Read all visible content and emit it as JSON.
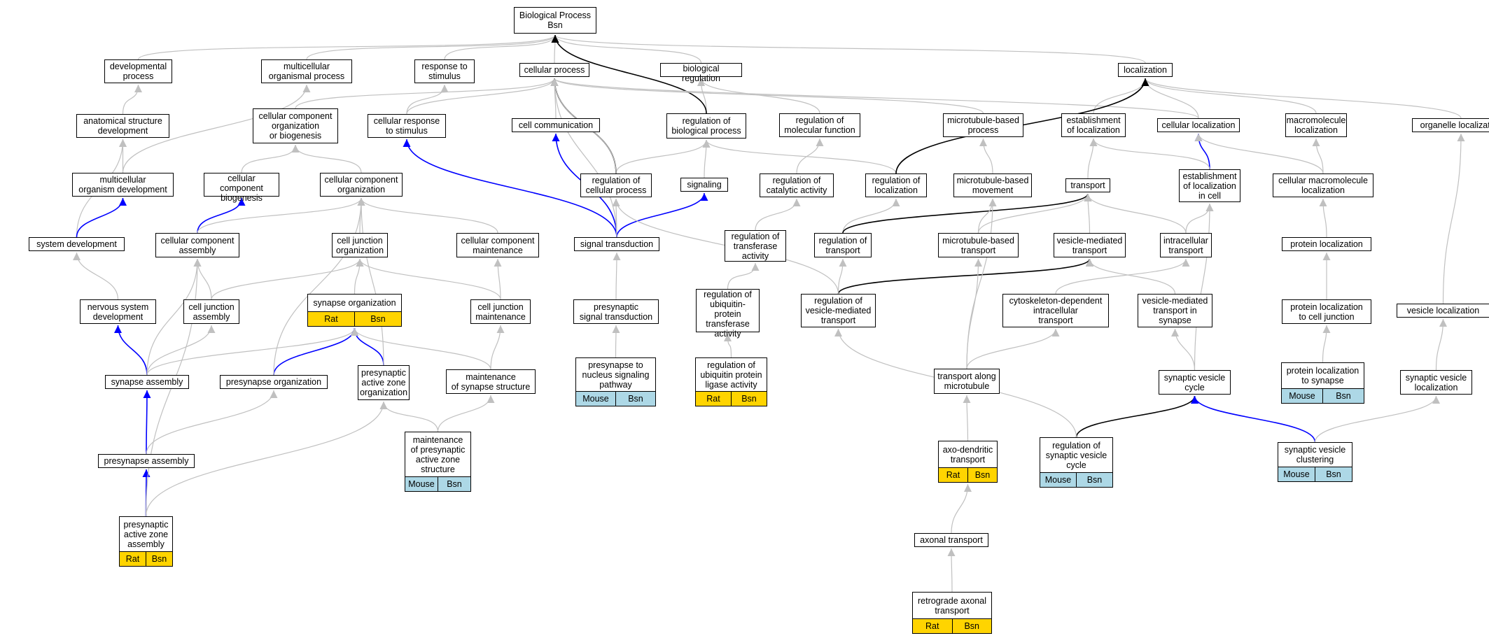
{
  "graph": {
    "nodes": [
      {
        "id": "bp",
        "label": "Biological Process\nBsn",
        "tags": []
      },
      {
        "id": "dev",
        "label": "developmental\nprocess",
        "tags": []
      },
      {
        "id": "multi",
        "label": "multicellular\norganismal process",
        "tags": []
      },
      {
        "id": "resp",
        "label": "response to\nstimulus",
        "tags": []
      },
      {
        "id": "cp",
        "label": "cellular process",
        "tags": []
      },
      {
        "id": "bioreg",
        "label": "biological regulation",
        "tags": []
      },
      {
        "id": "loc",
        "label": "localization",
        "tags": []
      },
      {
        "id": "asd",
        "label": "anatomical structure\ndevelopment",
        "tags": []
      },
      {
        "id": "ccob",
        "label": "cellular component\norganization\nor biogenesis",
        "tags": []
      },
      {
        "id": "crs",
        "label": "cellular response\nto stimulus",
        "tags": []
      },
      {
        "id": "cc",
        "label": "cell communication",
        "tags": []
      },
      {
        "id": "rbp",
        "label": "regulation of\nbiological process",
        "tags": []
      },
      {
        "id": "rmf",
        "label": "regulation of\nmolecular function",
        "tags": []
      },
      {
        "id": "mtbp",
        "label": "microtubule-based\nprocess",
        "tags": []
      },
      {
        "id": "eol",
        "label": "establishment\nof localization",
        "tags": []
      },
      {
        "id": "cloc",
        "label": "cellular localization",
        "tags": []
      },
      {
        "id": "mloc",
        "label": "macromolecule\nlocalization",
        "tags": []
      },
      {
        "id": "oloc",
        "label": "organelle localization",
        "tags": []
      },
      {
        "id": "mod",
        "label": "multicellular\norganism development",
        "tags": []
      },
      {
        "id": "ccb",
        "label": "cellular component\nbiogenesis",
        "tags": []
      },
      {
        "id": "cco",
        "label": "cellular component\norganization",
        "tags": []
      },
      {
        "id": "rcp",
        "label": "regulation of\ncellular process",
        "tags": []
      },
      {
        "id": "sig",
        "label": "signaling",
        "tags": []
      },
      {
        "id": "rca",
        "label": "regulation of\ncatalytic activity",
        "tags": []
      },
      {
        "id": "rloc",
        "label": "regulation of\nlocalization",
        "tags": []
      },
      {
        "id": "mtbm",
        "label": "microtubule-based\nmovement",
        "tags": []
      },
      {
        "id": "trans",
        "label": "transport",
        "tags": []
      },
      {
        "id": "eolc",
        "label": "establishment\nof localization\nin cell",
        "tags": []
      },
      {
        "id": "cml",
        "label": "cellular macromolecule\nlocalization",
        "tags": []
      },
      {
        "id": "sysdev",
        "label": "system development",
        "tags": []
      },
      {
        "id": "cca",
        "label": "cellular component\nassembly",
        "tags": []
      },
      {
        "id": "cjo",
        "label": "cell junction\norganization",
        "tags": []
      },
      {
        "id": "ccm",
        "label": "cellular component\nmaintenance",
        "tags": []
      },
      {
        "id": "st",
        "label": "signal transduction",
        "tags": []
      },
      {
        "id": "rta",
        "label": "regulation of\ntransferase\nactivity",
        "tags": []
      },
      {
        "id": "rtrans",
        "label": "regulation of\ntransport",
        "tags": []
      },
      {
        "id": "mtbt",
        "label": "microtubule-based\ntransport",
        "tags": []
      },
      {
        "id": "vmt",
        "label": "vesicle-mediated\ntransport",
        "tags": []
      },
      {
        "id": "ict",
        "label": "intracellular\ntransport",
        "tags": []
      },
      {
        "id": "ploc",
        "label": "protein localization",
        "tags": []
      },
      {
        "id": "nsd",
        "label": "nervous system\ndevelopment",
        "tags": []
      },
      {
        "id": "cja",
        "label": "cell junction\nassembly",
        "tags": []
      },
      {
        "id": "so",
        "label": "synapse organization",
        "tags": [
          "Rat",
          "Bsn"
        ],
        "cls": "rat"
      },
      {
        "id": "cjm",
        "label": "cell junction\nmaintenance",
        "tags": []
      },
      {
        "id": "pst",
        "label": "presynaptic\nsignal transduction",
        "tags": []
      },
      {
        "id": "ruta",
        "label": "regulation of\nubiquitin-protein\ntransferase\nactivity",
        "tags": []
      },
      {
        "id": "rvmt",
        "label": "regulation of\nvesicle-mediated\ntransport",
        "tags": []
      },
      {
        "id": "cdit",
        "label": "cytoskeleton-dependent\nintracellular\ntransport",
        "tags": []
      },
      {
        "id": "vmts",
        "label": "vesicle-mediated\ntransport in\nsynapse",
        "tags": []
      },
      {
        "id": "plcj",
        "label": "protein localization\nto cell junction",
        "tags": []
      },
      {
        "id": "vloc",
        "label": "vesicle localization",
        "tags": []
      },
      {
        "id": "sa",
        "label": "synapse assembly",
        "tags": []
      },
      {
        "id": "po",
        "label": "presynapse organization",
        "tags": []
      },
      {
        "id": "pazo",
        "label": "presynaptic\nactive zone\norganization",
        "tags": []
      },
      {
        "id": "mss",
        "label": "maintenance\nof synapse structure",
        "tags": []
      },
      {
        "id": "pnsp",
        "label": "presynapse to\nnucleus signaling\npathway",
        "tags": [
          "Mouse",
          "Bsn"
        ],
        "cls": "mouse"
      },
      {
        "id": "rupla",
        "label": "regulation of\nubiquitin protein\nligase activity",
        "tags": [
          "Rat",
          "Bsn"
        ],
        "cls": "rat"
      },
      {
        "id": "tam",
        "label": "transport along\nmicrotubule",
        "tags": []
      },
      {
        "id": "svc",
        "label": "synaptic vesicle\ncycle",
        "tags": []
      },
      {
        "id": "pls",
        "label": "protein localization\nto synapse",
        "tags": [
          "Mouse",
          "Bsn"
        ],
        "cls": "mouse"
      },
      {
        "id": "svl",
        "label": "synaptic vesicle\nlocalization",
        "tags": []
      },
      {
        "id": "pa",
        "label": "presynapse assembly",
        "tags": []
      },
      {
        "id": "mpazs",
        "label": "maintenance\nof presynaptic\nactive zone\nstructure",
        "tags": [
          "Mouse",
          "Bsn"
        ],
        "cls": "mouse"
      },
      {
        "id": "adt",
        "label": "axo-dendritic\ntransport",
        "tags": [
          "Rat",
          "Bsn"
        ],
        "cls": "rat"
      },
      {
        "id": "rsvc",
        "label": "regulation of\nsynaptic vesicle\ncycle",
        "tags": [
          "Mouse",
          "Bsn"
        ],
        "cls": "mouse"
      },
      {
        "id": "svclus",
        "label": "synaptic vesicle\nclustering",
        "tags": [
          "Mouse",
          "Bsn"
        ],
        "cls": "mouse"
      },
      {
        "id": "paza",
        "label": "presynaptic\nactive zone\nassembly",
        "tags": [
          "Rat",
          "Bsn"
        ],
        "cls": "rat"
      },
      {
        "id": "at",
        "label": "axonal transport",
        "tags": []
      },
      {
        "id": "rat",
        "label": "retrograde axonal\ntransport",
        "tags": [
          "Rat",
          "Bsn"
        ],
        "cls": "rat"
      }
    ],
    "edge_colors": {
      "is_a": "#c0c0c0",
      "part_of": "#0000ff",
      "regulates": "#000000"
    }
  }
}
